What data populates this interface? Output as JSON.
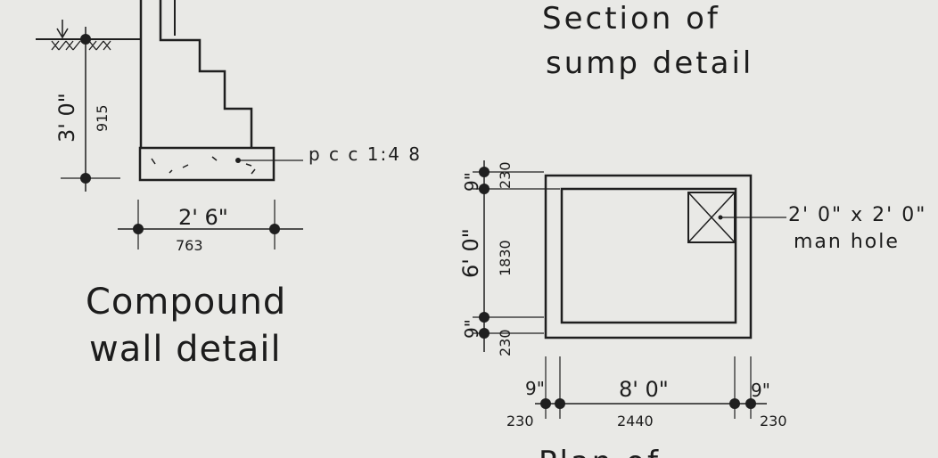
{
  "compound_wall": {
    "title_line1": "Compound",
    "title_line2": "wall detail",
    "height_imperial": "3' 0\"",
    "height_mm": "915",
    "width_imperial": "2' 6\"",
    "width_mm": "763",
    "base_note": "p c c 1:4 8"
  },
  "sump_section": {
    "title_line1": "Section of",
    "title_line2": "sump detail"
  },
  "sump_plan": {
    "wall_top_imperial": "9\"",
    "wall_top_mm": "230",
    "height_imperial": "6' 0\"",
    "height_mm": "1830",
    "wall_bottom_imperial": "9\"",
    "wall_bottom_mm": "230",
    "wall_left_imperial": "9\"",
    "wall_left_mm": "230",
    "width_imperial": "8' 0\"",
    "width_mm": "2440",
    "wall_right_imperial": "9\"",
    "wall_right_mm": "230",
    "manhole_size": "2' 0\" x 2' 0\"",
    "manhole_label": "man hole",
    "bottom_caption": "Plan of"
  }
}
